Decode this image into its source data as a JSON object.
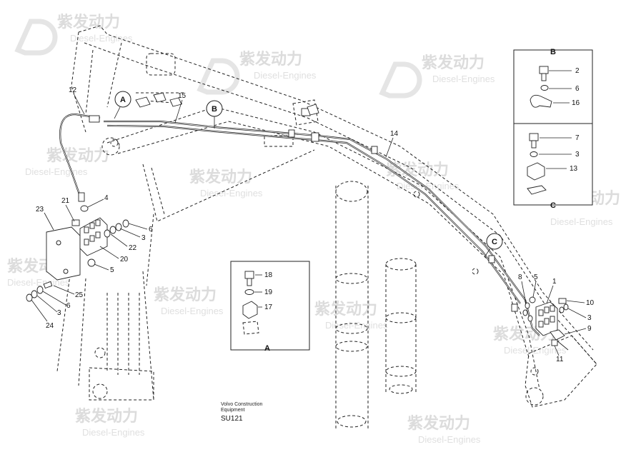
{
  "watermark": {
    "brand": "紫发动力",
    "sub": "Diesel-Engines"
  },
  "callouts": [
    "A",
    "B",
    "C"
  ],
  "part_numbers": [
    "1",
    "2",
    "3",
    "4",
    "5",
    "6",
    "7",
    "8",
    "9",
    "10",
    "11",
    "12",
    "13",
    "14",
    "15",
    "16",
    "17",
    "18",
    "19",
    "20",
    "21",
    "22",
    "23",
    "24",
    "25"
  ],
  "insets": {
    "a": {
      "label": "A",
      "parts": [
        "18",
        "19",
        "17"
      ]
    },
    "b": {
      "label": "B",
      "parts": [
        "2",
        "6",
        "16"
      ]
    },
    "c": {
      "label": "C",
      "parts": [
        "7",
        "3",
        "13"
      ]
    }
  },
  "caption": {
    "line1": "Volvo Construction",
    "line2": "Equipment",
    "code": "SU121"
  }
}
